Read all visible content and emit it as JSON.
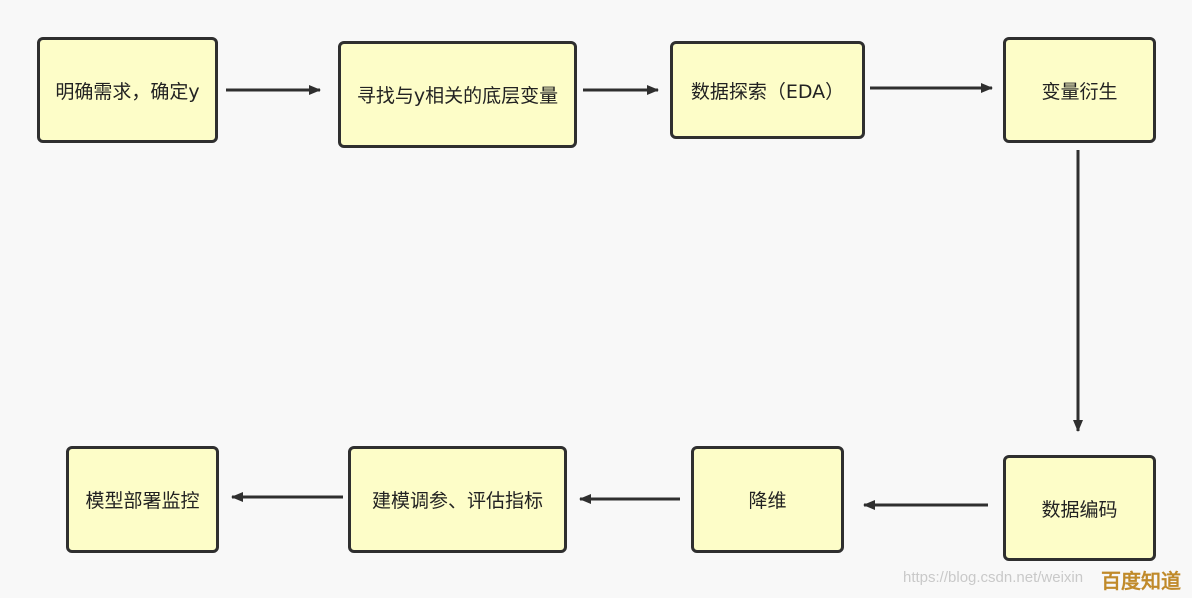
{
  "nodes": [
    {
      "id": "step-1",
      "label": "明确需求，确定y"
    },
    {
      "id": "step-2",
      "label": "寻找与y相关的底层变量"
    },
    {
      "id": "step-3",
      "label": "数据探索（EDA）"
    },
    {
      "id": "step-4",
      "label": "变量衍生"
    },
    {
      "id": "step-5",
      "label": "数据编码"
    },
    {
      "id": "step-6",
      "label": "降维"
    },
    {
      "id": "step-7",
      "label": "建模调参、评估指标"
    },
    {
      "id": "step-8",
      "label": "模型部署监控"
    }
  ],
  "edges": [
    {
      "from": "step-1",
      "to": "step-2"
    },
    {
      "from": "step-2",
      "to": "step-3"
    },
    {
      "from": "step-3",
      "to": "step-4"
    },
    {
      "from": "step-4",
      "to": "step-5"
    },
    {
      "from": "step-5",
      "to": "step-6"
    },
    {
      "from": "step-6",
      "to": "step-7"
    },
    {
      "from": "step-7",
      "to": "step-8"
    }
  ],
  "watermark": {
    "url": "https://blog.csdn.net/weixin",
    "brand": "百度知道"
  },
  "colors": {
    "node_fill": "#fdfdc8",
    "node_border": "#2f2f2f",
    "arrow": "#2f2f2f",
    "background": "#f8f8f8"
  }
}
